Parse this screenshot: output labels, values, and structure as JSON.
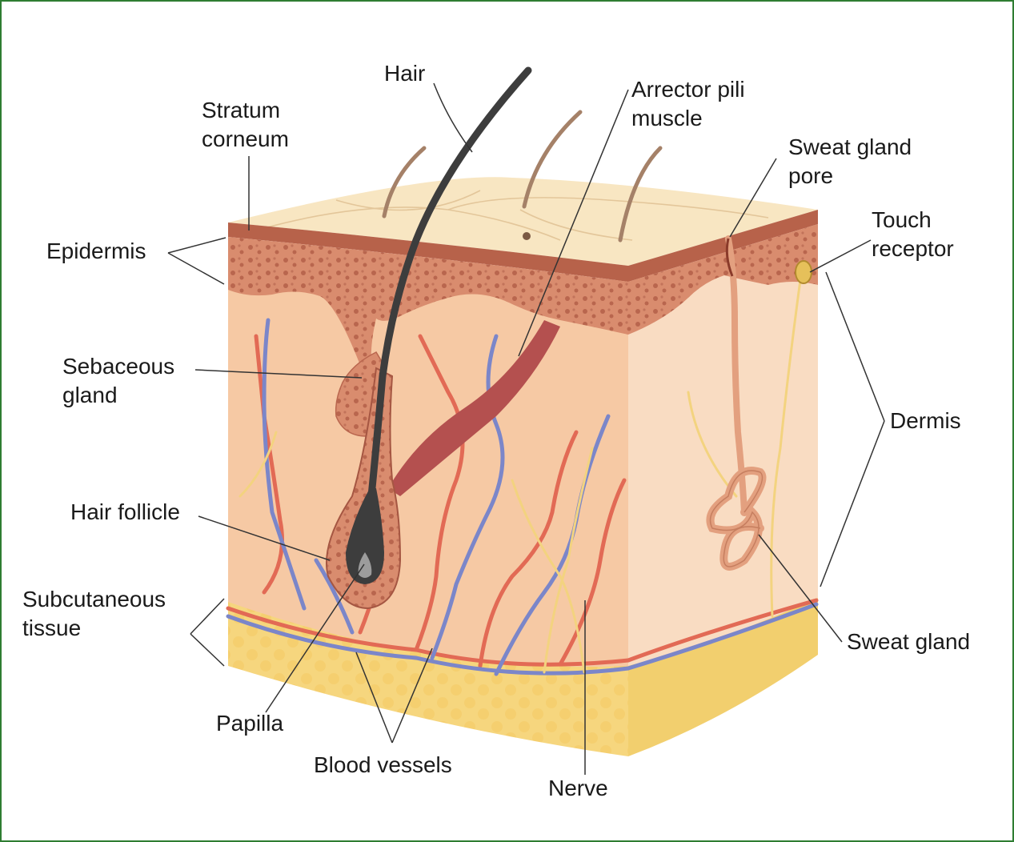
{
  "colors": {
    "border": "#2e7d32",
    "surface": "#f8e6c2",
    "stratum_corneum": "#b7624a",
    "epidermis": "#d98c6e",
    "dermis": "#f6c9a4",
    "subcutaneous": "#f5d37a",
    "artery": "#e26a55",
    "vein": "#7b86c9",
    "nerve": "#f3d37f",
    "hair": "#3d3d3d",
    "muscle": "#b4504f",
    "sweat_gland": "#e3a07f",
    "leader_line": "#333333"
  },
  "labels": {
    "hair": "Hair",
    "arrector_l1": "Arrector pili",
    "arrector_l2": "muscle",
    "stratum_l1": "Stratum",
    "stratum_l2": "corneum",
    "pore_l1": "Sweat gland",
    "pore_l2": "pore",
    "touch_l1": "Touch",
    "touch_l2": "receptor",
    "epidermis": "Epidermis",
    "sebaceous_l1": "Sebaceous",
    "sebaceous_l2": "gland",
    "dermis": "Dermis",
    "hair_follicle": "Hair follicle",
    "subcut_l1": "Subcutaneous",
    "subcut_l2": "tissue",
    "sweat_gland": "Sweat gland",
    "papilla": "Papilla",
    "blood_vessels": "Blood vessels",
    "nerve": "Nerve"
  }
}
